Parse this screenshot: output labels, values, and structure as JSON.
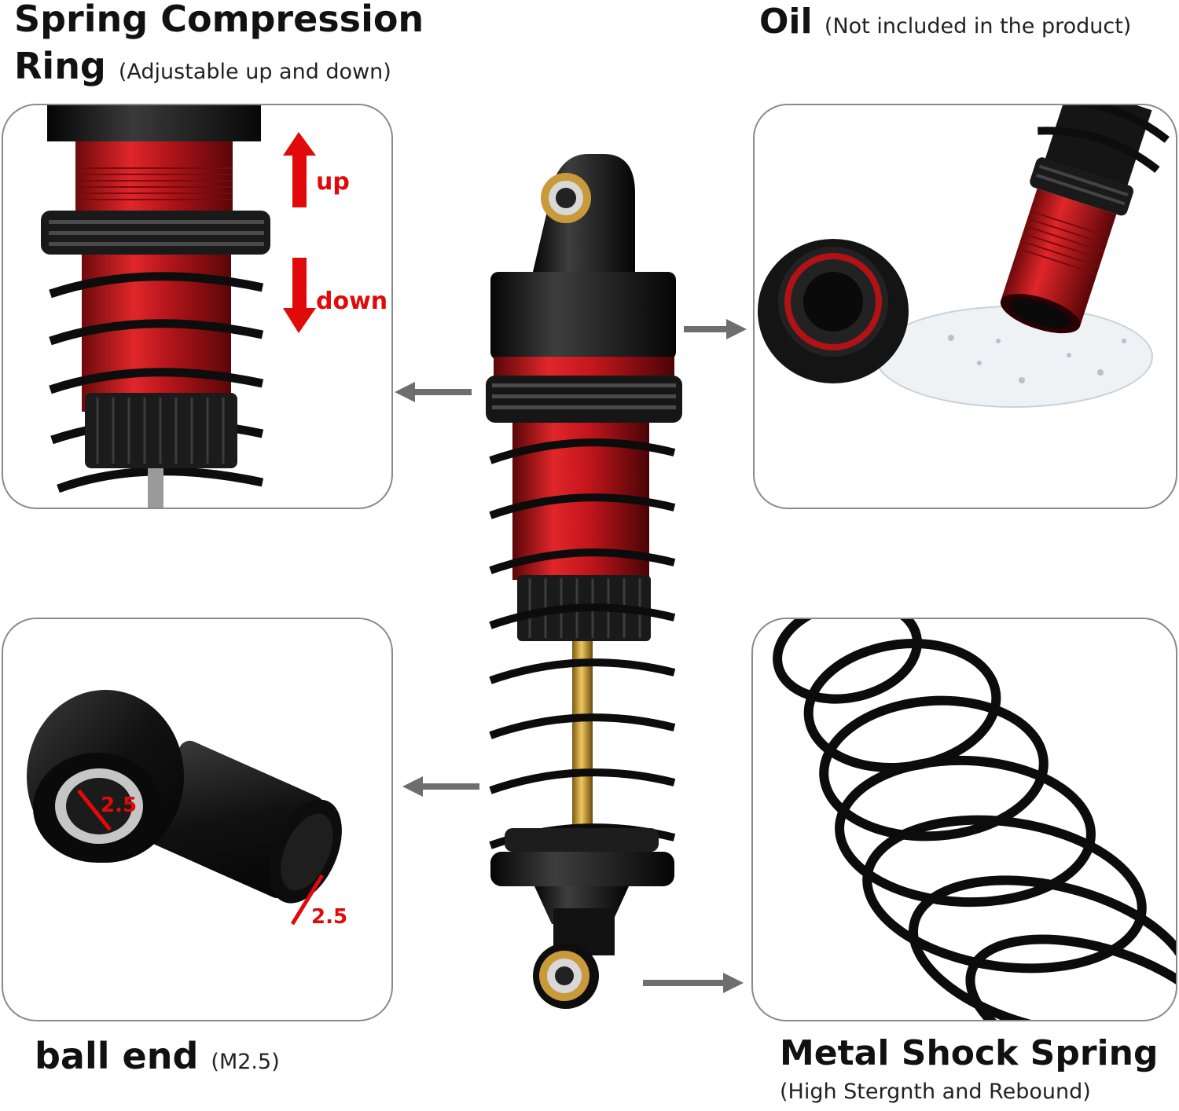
{
  "headings": {
    "spring_ring": {
      "line1": "Spring Compression",
      "line2": "Ring",
      "note": "(Adjustable up and down)"
    },
    "oil": {
      "title": "Oil",
      "note": "(Not included in the product)"
    },
    "ball_end": {
      "title": "ball end",
      "note": "(M2.5)"
    },
    "metal_spring": {
      "title": "Metal Shock Spring",
      "note": "(High Stergnth and Rebound)"
    }
  },
  "annotations": {
    "up": "up",
    "down": "down",
    "hole_dim_1": "2.5",
    "hole_dim_2": "2.5"
  },
  "colors": {
    "accent_red": "#e10a0a",
    "aluminium_red": "#c8141a",
    "anodized_black": "#111111",
    "brass": "#c99a3c",
    "panel_border": "#8a8a8a",
    "callout_arrow": "#6e6e6e"
  }
}
